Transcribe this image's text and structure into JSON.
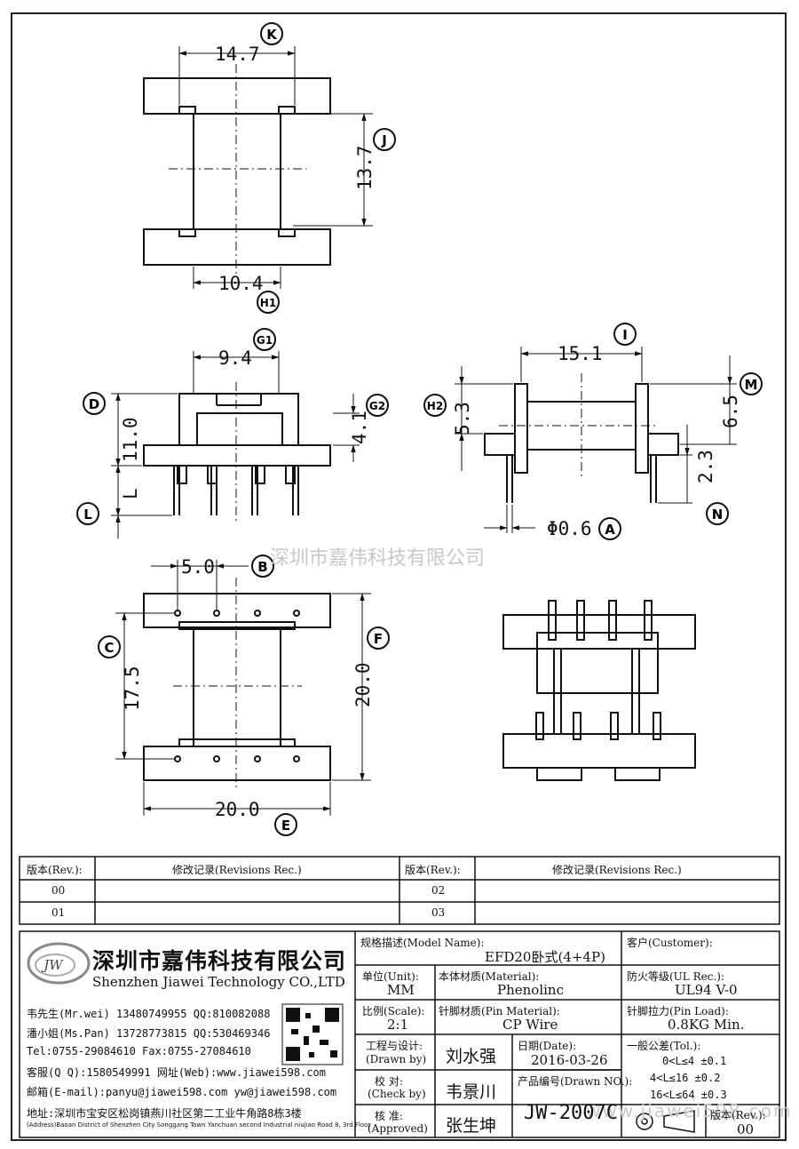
{
  "dimensions": {
    "d14_7": "14.7",
    "d13_7": "13.7",
    "d10_4": "10.4",
    "d9_4": "9.4",
    "d11_0": "11.0",
    "d4_1": "4.1",
    "dL": "L",
    "d15_1": "15.1",
    "d5_3": "5.3",
    "d6_5": "6.5",
    "d2_3": "2.3",
    "d0_6": "Φ0.6",
    "d5_0": "5.0",
    "d17_5": "17.5",
    "d20_0v": "20.0",
    "d20_0h": "20.0"
  },
  "callouts": {
    "K": "K",
    "J": "J",
    "H1": "H1",
    "G1": "G1",
    "D": "D",
    "G2": "G2",
    "L": "L",
    "I": "I",
    "H2": "H2",
    "M": "M",
    "N": "N",
    "A": "A",
    "B": "B",
    "C": "C",
    "F": "F",
    "E": "E"
  },
  "watermark_center": "深圳市嘉伟科技有限公司",
  "watermark_bottom": "www.jiawei598.com",
  "revisions": {
    "rev_header": "版本(Rev.):",
    "rec_header": "修改记录(Revisions Rec.)",
    "rows": [
      {
        "left_rev": "00",
        "right_rev": "02"
      },
      {
        "left_rev": "01",
        "right_rev": "03"
      }
    ]
  },
  "company": {
    "logo": "JW",
    "name_cn": "深圳市嘉伟科技有限公司",
    "name_en": "Shenzhen Jiawei Technology CO.,LTD",
    "contacts": [
      "韦先生(Mr.wei) 13480749955 QQ:810082088",
      "潘小姐(Ms.Pan) 13728773815 QQ:530469346",
      "Tel:0755-29084610     Fax:0755-27084610",
      "客服(Q Q):1580549991   网址(Web):www.jiawei598.com",
      "邮箱(E-mail):panyu@jiawei598.com  yw@jiawei598.com"
    ],
    "address_cn": "地址:深圳市宝安区松岗镇燕川社区第二工业牛角路8栋3楼",
    "address_en": "(Address)Baoan District of Shenzhen City Songgang Town Yanchuan  second Industrial niujiao Road 8, 3rd Floor"
  },
  "title_block": {
    "model_label": "规格描述(Model Name):",
    "model_value": "EFD20卧式(4+4P)",
    "customer_label": "客户(Customer):",
    "customer_value": "",
    "unit_label": "单位(Unit):",
    "unit_value": "MM",
    "material_label": "本体材质(Material):",
    "material_value": "Phenolinc",
    "ul_label": "防火等级(UL Rec.):",
    "ul_value": "UL94 V-0",
    "scale_label": "比例(Scale):",
    "scale_value": "2:1",
    "pin_material_label": "针脚材质(Pin Material):",
    "pin_material_value": "CP Wire",
    "pin_load_label": "针脚拉力(Pin Load):",
    "pin_load_value": "0.8KG Min.",
    "drawn_label": "工程与设计:",
    "drawn_label_en": "(Drawn by)",
    "drawn_value": "刘水强",
    "date_label": "日期(Date):",
    "date_value": "2016-03-26",
    "tol_label": "一般公差(Tol.):",
    "tol_rows": [
      "0<L≤4    ±0.1",
      "4<L≤16   ±0.2",
      "16<L≤64  ±0.3"
    ],
    "check_label": "校  对:",
    "check_label_en": "(Check by)",
    "check_value": "韦景川",
    "drawno_label": "产品编号(Drawn NO.):",
    "drawno_value": "JW-2007C",
    "approve_label": "核  准:",
    "approve_label_en": "(Approved)",
    "approve_value": "张生坤",
    "rev_label": "版本(Rev.):",
    "rev_value": "00"
  },
  "colors": {
    "line": "#111111",
    "watermark": "#c8c8c8"
  }
}
